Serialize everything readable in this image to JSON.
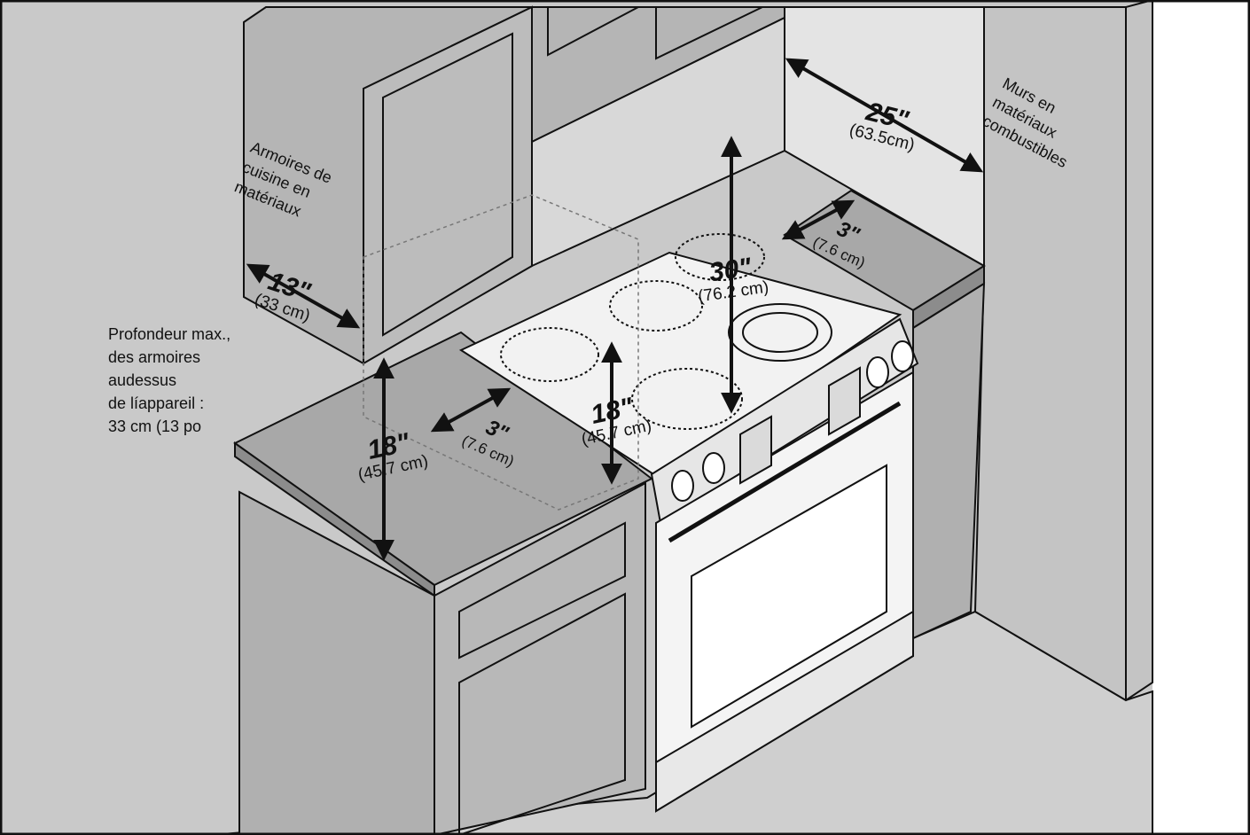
{
  "labels": {
    "cabinets_note": [
      "Armoires de",
      "cuisine en",
      "matériaux"
    ],
    "walls_note": [
      "Murs en",
      "matériaux",
      "combustibles"
    ],
    "depth_note": [
      "Profondeur max.,",
      "des armoires",
      "audessus",
      "de líappareil :",
      "33 cm (13 po"
    ]
  },
  "dimensions": {
    "cabinet_depth": {
      "imperial": "13\"",
      "metric": "(33 cm)"
    },
    "wall_width": {
      "imperial": "25\"",
      "metric": "(63.5cm)"
    },
    "hood_clearance": {
      "imperial": "30\"",
      "metric": "(76.2 cm)"
    },
    "side_clearance_left": {
      "imperial": "3\"",
      "metric": "(7.6 cm)"
    },
    "side_clearance_right": {
      "imperial": "3\"",
      "metric": "(7.6 cm)"
    },
    "counter_height_left": {
      "imperial": "18\"",
      "metric": "(45.7 cm)"
    },
    "counter_height_center": {
      "imperial": "18\"",
      "metric": "(45.7 cm)"
    }
  },
  "colors": {
    "wall": "#c9c9c9",
    "cabinet": "#b5b5b5",
    "counter": "#a8a8a8",
    "range": "#f2f2f2",
    "line": "#111111"
  }
}
